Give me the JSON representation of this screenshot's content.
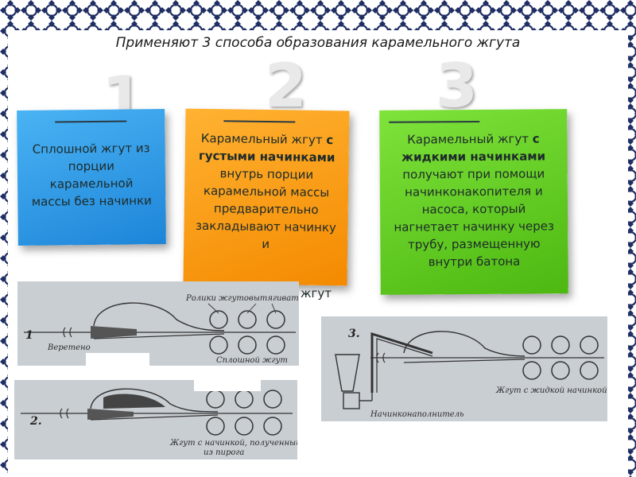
{
  "title": "Применяют 3 способа образования карамельного жгута",
  "numbers": [
    "1",
    "2",
    "3"
  ],
  "colors": {
    "blue": "#1d85d8",
    "orange": "#f48a00",
    "green": "#4cb811",
    "number": "#e9e9e9"
  },
  "notes": [
    {
      "text": "Сплошной жгут из порции карамельной массы без начинки"
    },
    {
      "pre": "Карамельный жгут ",
      "bold": "с густыми начинками",
      "post": " внутрь порции карамельной массы предварительно закладывают начинку и",
      "tail": "жгут"
    },
    {
      "pre": "Карамельный жгут ",
      "bold": "с жидкими начинками",
      "post": " получают при помощи начинконакопителя и насоса, который нагнетает начинку через трубу, размещенную внутри батона"
    }
  ],
  "diagrams": [
    {
      "num": "1",
      "labels": [
        "Ролики жгутовытягивателя",
        "Веретено",
        "Сплошной жгут"
      ]
    },
    {
      "num": "2.",
      "labels": [
        "Жгут с начинкой, полученный",
        "из пирога"
      ]
    },
    {
      "num": "3.",
      "labels": [
        "Жгут с жидкой начинкой",
        "Начинконаполнитель"
      ]
    }
  ]
}
